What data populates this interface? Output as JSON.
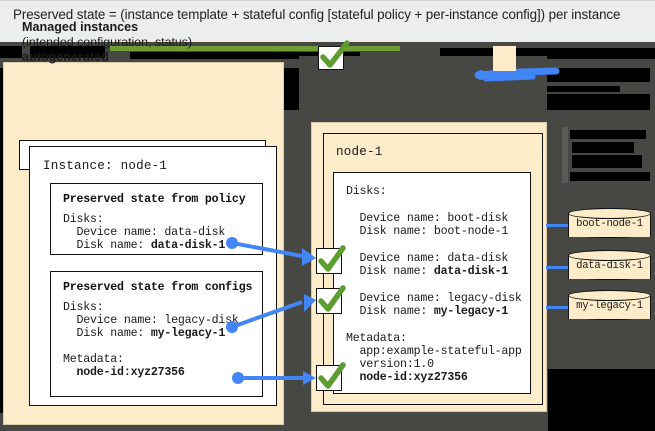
{
  "caption": {
    "text": "Preserved state = (instance template + stateful config [stateful policy + per-instance config]) per instance"
  },
  "colors": {
    "cream": "#fcecc9",
    "dark_backdrop": "#474744",
    "accent_blue": "#4285f4",
    "check_green": "#5d9c2e",
    "caption_band": "#eceded"
  },
  "left_panel": {
    "title_line1": "Managed instances",
    "title_line2": "(intended configuration, status)",
    "title_line3": "autogenerated",
    "instance_card": {
      "header": "Instance: node-1",
      "sections": [
        {
          "title": "Preserved state from policy",
          "lines": [
            "Disks:",
            "  Device name: data-disk",
            "  Disk name: ",
            "data-disk-1"
          ],
          "plain": [
            "Disks:",
            "  Device name: data-disk"
          ],
          "label_disk_name": "  Disk name: ",
          "value_disk_name": "data-disk-1"
        },
        {
          "title": "Preserved state from configs",
          "plain": [
            "Disks:",
            "  Device name: legacy-disk"
          ],
          "label_disk_name": "  Disk name: ",
          "value_disk_name": "my-legacy-1",
          "metadata_label": "Metadata:",
          "metadata_value": "  node-id:xyz27356"
        }
      ]
    }
  },
  "right_panel": {
    "node_header": "node-1",
    "disks_label": "Disks:",
    "entries": [
      {
        "device_line": "  Device name: boot-disk",
        "disk_label": "  Disk name: ",
        "disk_value": "boot-node-1",
        "disk_value_bold": false,
        "checked": false
      },
      {
        "device_line": "  Device name: data-disk",
        "disk_label": "  Disk name: ",
        "disk_value": "data-disk-1",
        "disk_value_bold": true,
        "checked": true
      },
      {
        "device_line": "  Device name: legacy-disk",
        "disk_label": "  Disk name: ",
        "disk_value": "my-legacy-1",
        "disk_value_bold": true,
        "checked": true
      }
    ],
    "metadata_label": "Metadata:",
    "metadata_lines": [
      "  app:example-stateful-app",
      "  version:1.0"
    ],
    "metadata_bold_line": "  node-id:xyz27356"
  },
  "disks": [
    {
      "name": "boot-node-1"
    },
    {
      "name": "data-disk-1"
    },
    {
      "name": "my-legacy-1"
    }
  ]
}
